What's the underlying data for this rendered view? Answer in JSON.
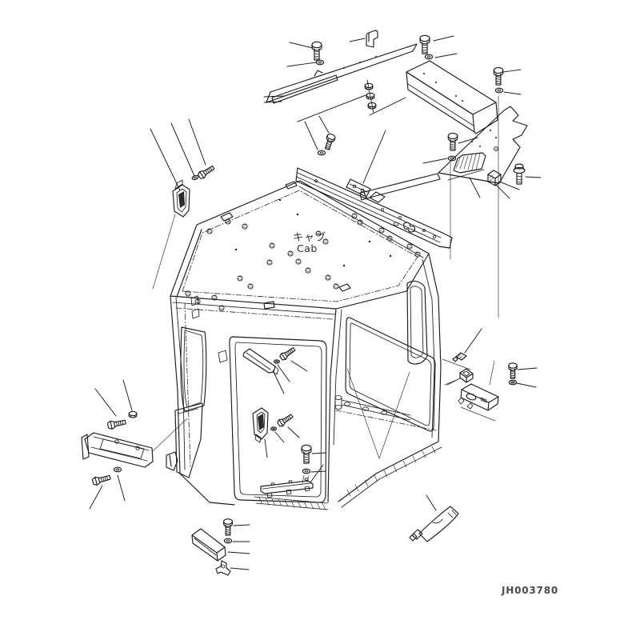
{
  "figure": {
    "label_jp": "キャブ",
    "label_en": "Cab",
    "drawing_number": "JH003780"
  },
  "style": {
    "background": "#ffffff",
    "line_color": "#1c1c1c",
    "text_color": "#2d2d2d"
  },
  "components": [
    "cab-wireframe",
    "roof-panel",
    "door-opening",
    "side-window",
    "rear-window-opening",
    "upper-bracket-plate",
    "hook-clip",
    "mounting-bolt",
    "flat-washer",
    "hex-nut-stack",
    "cover-box",
    "rear-shelf-plate",
    "grip-slot",
    "retainer-clip",
    "flanged-bolt",
    "front-header-rail",
    "rail-bracket",
    "latch-striker",
    "window-lock-strip",
    "lower-left-bracket",
    "sill-plate",
    "lower-cover",
    "hook-bracket",
    "right-latch-box",
    "grommet-clip",
    "square-nut",
    "lock-washer",
    "sealant-tube"
  ]
}
